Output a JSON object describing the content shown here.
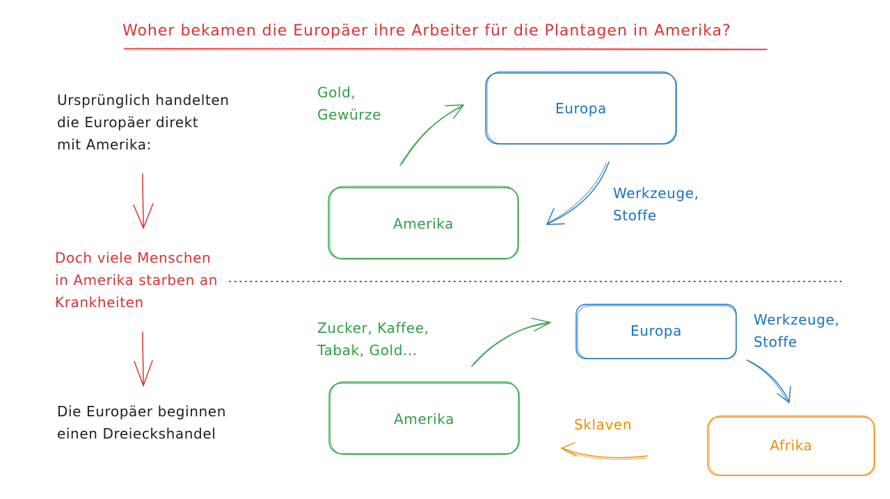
{
  "title": "Woher bekamen die Europäer ihre Arbeiter für die Plantagen in Amerika?",
  "left_column": {
    "intro": "Ursprünglich handelten\ndie Europäer direkt\nmit Amerika:",
    "problem": "Doch viele Menschen\nin Amerika starben an\nKrankheiten",
    "conclusion": "Die Europäer beginnen\neinen Dreieckshandel"
  },
  "top_diagram": {
    "box_europa": "Europa",
    "box_amerika": "Amerika",
    "label_to_europa": "Gold,\nGewürze",
    "label_to_amerika": "Werkzeuge,\nStoffe"
  },
  "bottom_diagram": {
    "box_europa": "Europa",
    "box_amerika": "Amerika",
    "box_afrika": "Afrika",
    "label_to_europa": "Zucker, Kaffee,\nTabak, Gold...",
    "label_to_afrika": "Werkzeuge,\nStoffe",
    "label_to_amerika": "Sklaven"
  },
  "colors": {
    "red": "#e03131",
    "green": "#2f9e44",
    "blue": "#1971c2",
    "orange": "#f08c00",
    "black": "#1e1e1e"
  }
}
